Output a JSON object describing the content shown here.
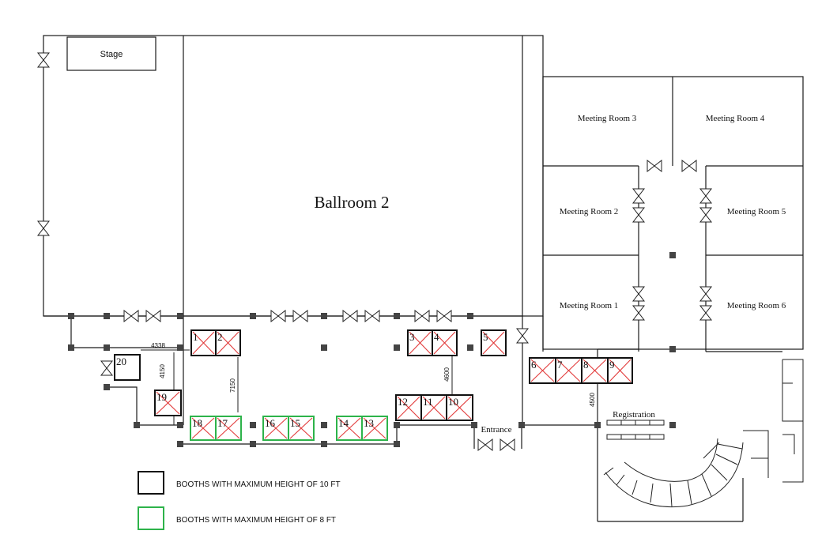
{
  "rooms": {
    "stage": "Stage",
    "ballroom": "Ballroom 2",
    "meeting_room_1": "Meeting Room 1",
    "meeting_room_2": "Meeting Room 2",
    "meeting_room_3": "Meeting Room 3",
    "meeting_room_4": "Meeting Room 4",
    "meeting_room_5": "Meeting Room 5",
    "meeting_room_6": "Meeting Room 6",
    "entrance": "Entrance",
    "registration": "Registration"
  },
  "dimensions": {
    "d4338": "4338",
    "d4150": "4150",
    "d7150": "7150",
    "d4600": "4600",
    "d4500": "4500"
  },
  "booths": [
    {
      "number": "1",
      "height": "10 FT"
    },
    {
      "number": "2",
      "height": "10 FT"
    },
    {
      "number": "3",
      "height": "10 FT"
    },
    {
      "number": "4",
      "height": "10 FT"
    },
    {
      "number": "5",
      "height": "10 FT"
    },
    {
      "number": "6",
      "height": "10 FT"
    },
    {
      "number": "7",
      "height": "10 FT"
    },
    {
      "number": "8",
      "height": "10 FT"
    },
    {
      "number": "9",
      "height": "10 FT"
    },
    {
      "number": "10",
      "height": "10 FT"
    },
    {
      "number": "11",
      "height": "10 FT"
    },
    {
      "number": "12",
      "height": "10 FT"
    },
    {
      "number": "13",
      "height": "8 FT"
    },
    {
      "number": "14",
      "height": "8 FT"
    },
    {
      "number": "15",
      "height": "8 FT"
    },
    {
      "number": "16",
      "height": "8 FT"
    },
    {
      "number": "17",
      "height": "8 FT"
    },
    {
      "number": "18",
      "height": "8 FT"
    },
    {
      "number": "19",
      "height": "10 FT"
    },
    {
      "number": "20",
      "height": "10 FT"
    }
  ],
  "legend": {
    "ten_ft": "BOOTHS WITH MAXIMUM HEIGHT OF 10 FT",
    "eight_ft": "BOOTHS WITH MAXIMUM HEIGHT OF 8 FT",
    "ten_ft_color": "#111111",
    "eight_ft_color": "#2db34a",
    "cross_color": "#e23b3b"
  }
}
